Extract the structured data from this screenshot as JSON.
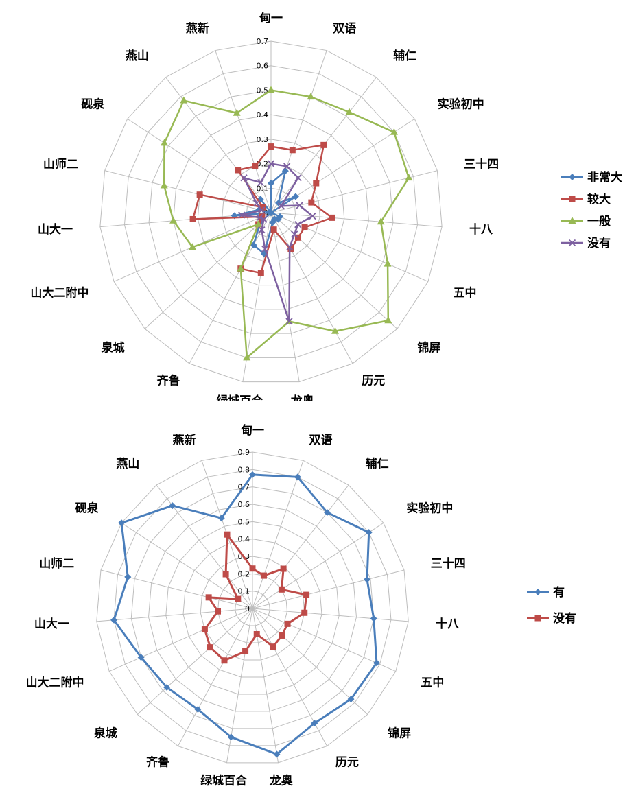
{
  "chart_data": [
    {
      "type": "radar",
      "title": "",
      "categories": [
        "甸一",
        "双语",
        "辅仁",
        "实验初中",
        "三十四",
        "十八",
        "五中",
        "锦屏",
        "历元",
        "龙奥",
        "绿城百合",
        "齐鲁",
        "泉城",
        "山大二附中",
        "山大一",
        "山师二",
        "砚泉",
        "燕山",
        "燕新"
      ],
      "rlim": [
        0,
        0.7
      ],
      "ticks": [
        "0",
        "0.1",
        "0.2",
        "0.3",
        "0.4",
        "0.5",
        "0.6",
        "0.7"
      ],
      "grid": true,
      "legend_position": "right",
      "series": [
        {
          "name": "非常大",
          "color": "#4a7ebb",
          "marker": "diamond",
          "values": [
            0.12,
            0.18,
            0.05,
            0.12,
            0.0,
            0.0,
            0.04,
            0.04,
            0.03,
            0.04,
            0.17,
            0.15,
            0.06,
            0.0,
            0.15,
            0.05,
            0.0,
            0.07,
            0.0
          ]
        },
        {
          "name": "较大",
          "color": "#be4b48",
          "marker": "square",
          "values": [
            0.27,
            0.27,
            0.35,
            0.22,
            0.17,
            0.25,
            0.15,
            0.15,
            0.17,
            0.07,
            0.25,
            0.26,
            0.07,
            0.04,
            0.32,
            0.3,
            0.04,
            0.22,
            0.2
          ]
        },
        {
          "name": "一般",
          "color": "#98b954",
          "marker": "triangle",
          "values": [
            0.5,
            0.5,
            0.52,
            0.6,
            0.58,
            0.45,
            0.52,
            0.65,
            0.55,
            0.45,
            0.6,
            0.26,
            0.07,
            0.35,
            0.4,
            0.45,
            0.52,
            0.58,
            0.43
          ]
        },
        {
          "name": "没有",
          "color": "#7d60a0",
          "marker": "x",
          "values": [
            0.2,
            0.2,
            0.18,
            0.05,
            0.12,
            0.17,
            0.12,
            0.13,
            0.16,
            0.45,
            0.15,
            0.08,
            0.04,
            0.05,
            0.12,
            0.04,
            0.07,
            0.18,
            0.13
          ]
        }
      ]
    },
    {
      "type": "radar",
      "title": "",
      "categories": [
        "甸一",
        "双语",
        "辅仁",
        "实验初中",
        "三十四",
        "十八",
        "五中",
        "锦屏",
        "历元",
        "龙奥",
        "绿城百合",
        "齐鲁",
        "泉城",
        "山大二附中",
        "山大一",
        "山师二",
        "砚泉",
        "燕山",
        "燕新"
      ],
      "rlim": [
        0,
        0.9
      ],
      "ticks": [
        "0",
        "0.1",
        "0.2",
        "0.3",
        "0.4",
        "0.5",
        "0.6",
        "0.7",
        "0.8",
        "0.9"
      ],
      "grid": true,
      "legend_position": "right",
      "series": [
        {
          "name": "有",
          "color": "#4a7ebb",
          "marker": "diamond",
          "values": [
            0.77,
            0.8,
            0.7,
            0.8,
            0.68,
            0.7,
            0.78,
            0.77,
            0.75,
            0.85,
            0.75,
            0.66,
            0.67,
            0.7,
            0.8,
            0.74,
            0.9,
            0.75,
            0.55
          ]
        },
        {
          "name": "没有",
          "color": "#be4b48",
          "marker": "square",
          "values": [
            0.23,
            0.2,
            0.29,
            0.2,
            0.32,
            0.3,
            0.22,
            0.23,
            0.25,
            0.15,
            0.25,
            0.34,
            0.33,
            0.3,
            0.2,
            0.26,
            0.1,
            0.25,
            0.45
          ]
        }
      ]
    }
  ]
}
